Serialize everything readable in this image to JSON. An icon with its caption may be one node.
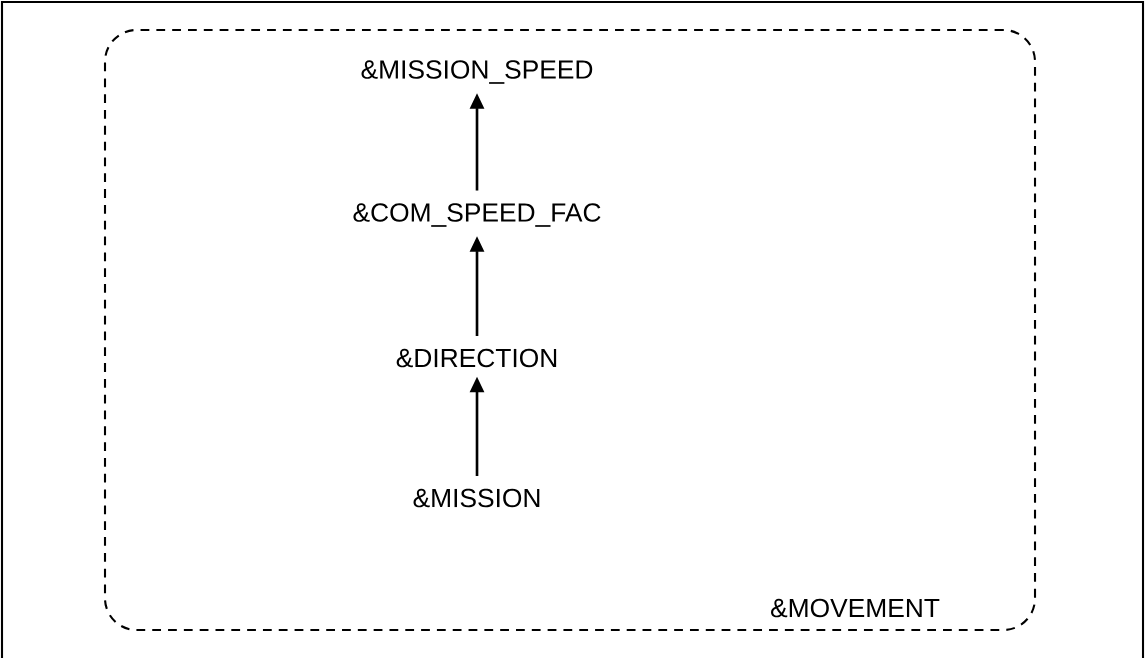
{
  "diagram": {
    "nodes": [
      {
        "text": [
          "&MOVEMENT"
        ]
      },
      {
        "text": [
          "&MISSION_SPEED"
        ],
        "in": 0
      },
      {
        "text": [
          "&COM_SPEED_FAC"
        ],
        "in": 0
      },
      {
        "text": [
          "&DIRECTION"
        ],
        "in": 0
      },
      {
        "text": [
          "&MISSION"
        ],
        "in": 0
      }
    ],
    "edges": [
      {
        "from": 2,
        "to": 1,
        "arrow": "to"
      },
      {
        "from": 3,
        "to": 2,
        "arrow": "to"
      },
      {
        "from": 4,
        "to": 3,
        "arrow": "to"
      }
    ]
  }
}
